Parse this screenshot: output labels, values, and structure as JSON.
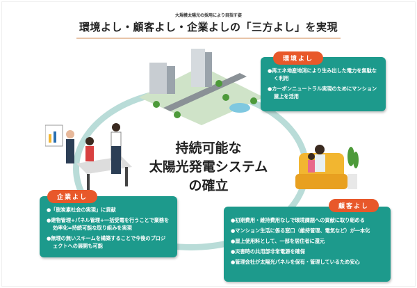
{
  "header": {
    "subtitle": "大規模太陽光の採用により目指す姿",
    "title": "環境よし・顧客よし・企業よしの「三方よし」を実現"
  },
  "center": {
    "line1": "持続可能な",
    "line2": "太陽光発電システム",
    "line3": "の確立"
  },
  "environment": {
    "tag": "環境よし",
    "items": [
      "●再エネ地産地消により生み出した電力を無駄なく利用",
      "●カーボンニュートラル実現のためにマンション屋上を活用"
    ]
  },
  "company": {
    "tag": "企業よし",
    "items": [
      "●「脱炭素社会の実現」に貢献",
      "●建物管理+パネル管理+一括受電を行うことで業務を効率化=持続可能な取り組みを実現",
      "●無理の無いスキームを構築することで今後のプロジェクトへの展開も可能"
    ]
  },
  "customer": {
    "tag": "顧客よし",
    "items": [
      "●初期費用・維持費用なしで環境課題への貢献に取り組める",
      "●マンション生活に係る窓口（維持管理、電気など）が一本化",
      "●屋上使用料として、一部を居住者に還元",
      "●災害時の共用部非常電源を確保",
      "●管理会社が太陽光パネルを保有・管理しているため安心"
    ]
  },
  "colors": {
    "teal": "#1d9a8c",
    "orange": "#e8582a",
    "ring": "#b9dcd8"
  }
}
